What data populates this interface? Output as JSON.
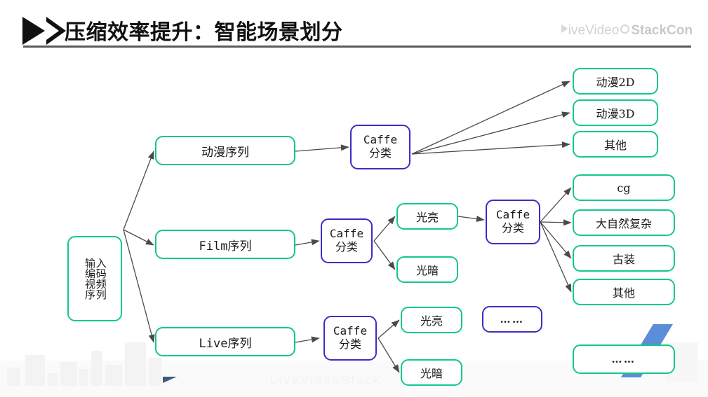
{
  "header": {
    "title": "压缩效率提升：智能场景划分",
    "arrow_icon": "play-triangle-icon",
    "logo_prefix": "ive",
    "logo_mid": "Video",
    "logo_bold": "StackCon"
  },
  "watermark": {
    "text": "LiveVideoStack"
  },
  "diagram": {
    "input_node": {
      "col_right": "输入编码视频序列",
      "col_a": "输编视序",
      "col_b": "入码频列"
    },
    "stage1": [
      {
        "label": "动漫序列"
      },
      {
        "label": "Film序列"
      },
      {
        "label": "Live序列"
      }
    ],
    "classifiers": [
      {
        "line1": "Caffe",
        "line2": "分类"
      },
      {
        "line1": "Caffe",
        "line2": "分类"
      },
      {
        "line1": "Caffe",
        "line2": "分类"
      },
      {
        "line1": "Caffe",
        "line2": "分类"
      }
    ],
    "anime_outputs": [
      {
        "label": "动漫2D"
      },
      {
        "label": "动漫3D"
      },
      {
        "label": "其他"
      }
    ],
    "film_light": [
      {
        "label": "光亮"
      },
      {
        "label": "光暗"
      }
    ],
    "film_outputs": [
      {
        "label": "cg"
      },
      {
        "label": "大自然复杂"
      },
      {
        "label": "古装"
      },
      {
        "label": "其他"
      }
    ],
    "live_light": [
      {
        "label": "光亮"
      },
      {
        "label": "光暗"
      }
    ],
    "ellipsis_purple": "……",
    "ellipsis_green": "……"
  },
  "colors": {
    "green": "#13c78f",
    "purple": "#3a2fc4",
    "arrow": "#4a4a4a",
    "title": "#111111",
    "blue_decor": "#5b8ed6"
  }
}
